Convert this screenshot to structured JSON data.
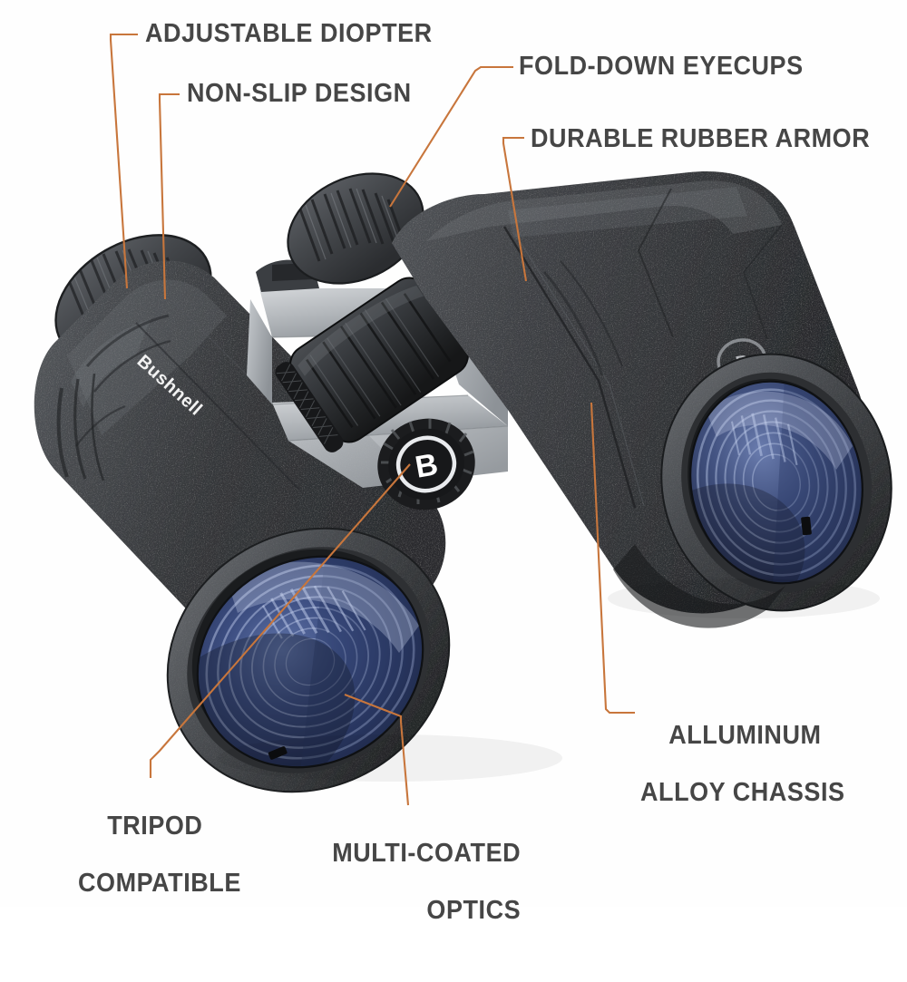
{
  "product": {
    "type": "binoculars",
    "brand": "Bushnell",
    "brand_mark_letter": "B",
    "body_color": "#3a3c3f",
    "chassis_color": "#b9bdc0",
    "lens_color": "#2b3a66",
    "background": "#ffffff"
  },
  "style": {
    "leader_line_color": "#C8763C",
    "label_text_color": "#464646"
  },
  "callouts": [
    {
      "id": "adjustable-diopter",
      "label": "ADJUSTABLE DIOPTER",
      "lines": [
        "ADJUSTABLE DIOPTER"
      ]
    },
    {
      "id": "non-slip-design",
      "label": "NON-SLIP DESIGN",
      "lines": [
        "NON-SLIP DESIGN"
      ]
    },
    {
      "id": "fold-down-eyecups",
      "label": "FOLD-DOWN EYECUPS",
      "lines": [
        "FOLD-DOWN EYECUPS"
      ]
    },
    {
      "id": "durable-rubber-armor",
      "label": "DURABLE RUBBER ARMOR",
      "lines": [
        "DURABLE RUBBER ARMOR"
      ]
    },
    {
      "id": "alluminum-alloy-chassis",
      "label": "ALLUMINUM ALLOY CHASSIS",
      "lines": [
        "ALLUMINUM",
        "ALLOY CHASSIS"
      ]
    },
    {
      "id": "tripod-compatible",
      "label": "TRIPOD COMPATIBLE",
      "lines": [
        "TRIPOD",
        "COMPATIBLE"
      ]
    },
    {
      "id": "multi-coated-optics",
      "label": "MULTI-COATED OPTICS",
      "lines": [
        "MULTI-COATED",
        "OPTICS"
      ]
    }
  ]
}
